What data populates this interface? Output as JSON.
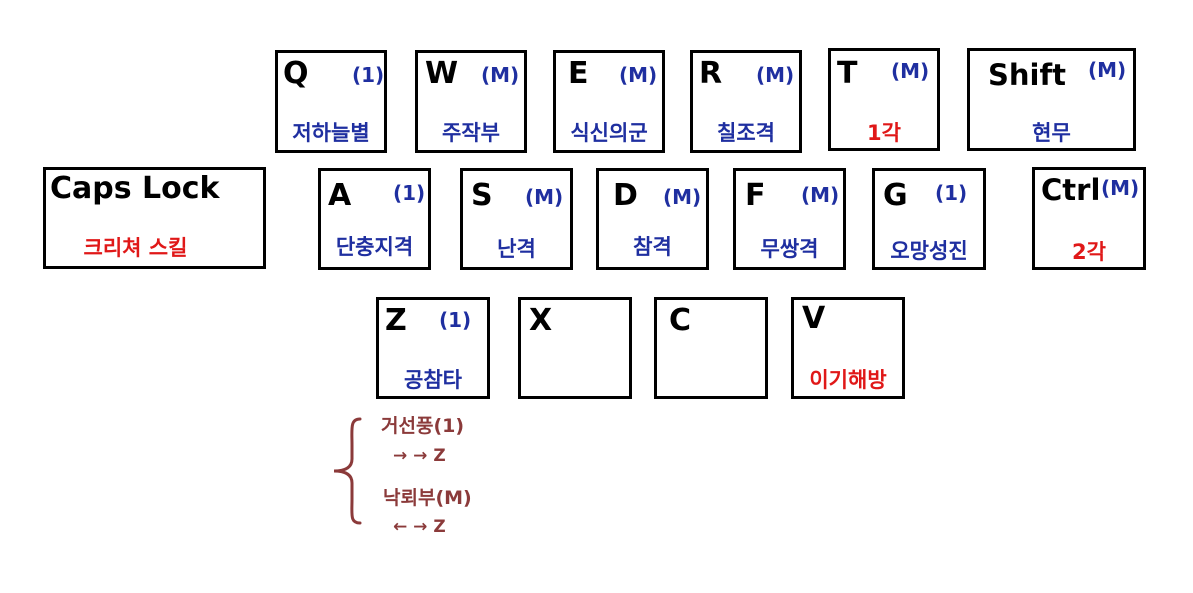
{
  "colors": {
    "blue": "#1f2fa0",
    "red": "#e01818",
    "brown": "#8b3a3a"
  },
  "keys": [
    {
      "id": "q",
      "letter": "Q",
      "badge": "(1)",
      "skill": "저하늘별",
      "skill_color": "blue"
    },
    {
      "id": "w",
      "letter": "W",
      "badge": "(M)",
      "skill": "주작부",
      "skill_color": "blue"
    },
    {
      "id": "e",
      "letter": "E",
      "badge": "(M)",
      "skill": "식신의군",
      "skill_color": "blue"
    },
    {
      "id": "r",
      "letter": "R",
      "badge": "(M)",
      "skill": "칠조격",
      "skill_color": "blue"
    },
    {
      "id": "t",
      "letter": "T",
      "badge": "(M)",
      "skill": "1각",
      "skill_color": "red"
    },
    {
      "id": "shift",
      "letter": "Shift",
      "badge": "(M)",
      "skill": "현무",
      "skill_color": "blue"
    },
    {
      "id": "capslock",
      "letter": "Caps Lock",
      "badge": "",
      "skill": "크리쳐 스킬",
      "skill_color": "red"
    },
    {
      "id": "a",
      "letter": "A",
      "badge": "(1)",
      "skill": "단충지격",
      "skill_color": "blue"
    },
    {
      "id": "s",
      "letter": "S",
      "badge": "(M)",
      "skill": "난격",
      "skill_color": "blue"
    },
    {
      "id": "d",
      "letter": "D",
      "badge": "(M)",
      "skill": "참격",
      "skill_color": "blue"
    },
    {
      "id": "f",
      "letter": "F",
      "badge": "(M)",
      "skill": "무쌍격",
      "skill_color": "blue"
    },
    {
      "id": "g",
      "letter": "G",
      "badge": "(1)",
      "skill": "오망성진",
      "skill_color": "blue"
    },
    {
      "id": "ctrl",
      "letter": "Ctrl",
      "badge": "(M)",
      "skill": "2각",
      "skill_color": "red"
    },
    {
      "id": "z",
      "letter": "Z",
      "badge": "(1)",
      "skill": "공참타",
      "skill_color": "blue"
    },
    {
      "id": "x",
      "letter": "X",
      "badge": "",
      "skill": "",
      "skill_color": "blue"
    },
    {
      "id": "c",
      "letter": "C",
      "badge": "",
      "skill": "",
      "skill_color": "blue"
    },
    {
      "id": "v",
      "letter": "V",
      "badge": "",
      "skill": "이기해방",
      "skill_color": "red"
    }
  ],
  "combos": [
    {
      "id": "combo-1",
      "name": "거선풍(1)",
      "input": "→ → Z"
    },
    {
      "id": "combo-2",
      "name": "낙뢰부(M)",
      "input": "← → Z"
    }
  ]
}
